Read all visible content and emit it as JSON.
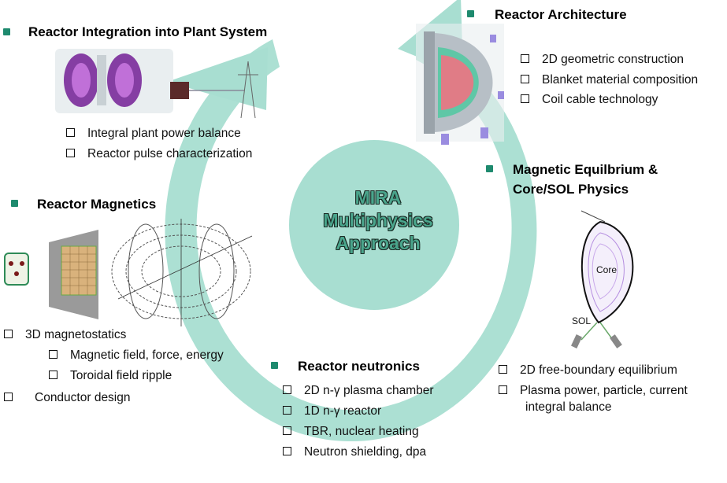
{
  "center": {
    "line1": "MIRA",
    "line2": "Multiphysics",
    "line3": "Approach"
  },
  "colors": {
    "cycle_fill": "#a8ded1",
    "bullet": "#1e8a6e",
    "center_text": "#4aa58c",
    "plasma_purple": "#7a2a9a",
    "plasma_pink": "#d9808a"
  },
  "sections": {
    "integration": {
      "title": "Reactor Integration into Plant System",
      "items": [
        "Integral plant power balance",
        "Reactor pulse characterization"
      ]
    },
    "architecture": {
      "title": "Reactor Architecture",
      "items": [
        "2D geometric construction",
        "Blanket material composition",
        "Coil cable technology"
      ]
    },
    "equilibrium": {
      "title_line1": "Magnetic Equilbrium &",
      "title_line2": "Core/SOL Physics",
      "items": [
        "2D free-boundary equilibrium",
        "Plasma power, particle, current",
        "integral balance"
      ],
      "label_core": "Core",
      "label_sol": "SOL"
    },
    "magnetics": {
      "title": "Reactor Magnetics",
      "items": [
        "3D magnetostatics",
        "Magnetic field, force, energy",
        "Toroidal field ripple",
        "Conductor design"
      ]
    },
    "neutronics": {
      "title": "Reactor neutronics",
      "items": [
        "2D n-γ plasma chamber",
        "1D n-γ reactor",
        "TBR, nuclear heating",
        "Neutron shielding, dpa"
      ]
    }
  }
}
